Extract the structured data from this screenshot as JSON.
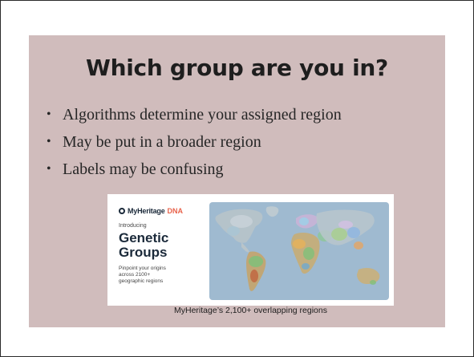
{
  "slide": {
    "title": "Which group are you in?",
    "bullets": [
      "Algorithms determine your assigned region",
      "May be put in a broader region",
      "Labels may be confusing"
    ],
    "bullet_marker": "•",
    "image": {
      "brand_name": "MyHeritage",
      "brand_dna": "DNA",
      "introducing": "Introducing",
      "heading_line1": "Genetic",
      "heading_line2": "Groups",
      "promo_text": "Pinpoint your origins across 2100+ geographic regions",
      "logo_icon": "myheritage-logo-icon"
    },
    "caption": "MyHeritage’s 2,100+ overlapping regions"
  },
  "colors": {
    "panel_background": "#d0bcbc",
    "title_text": "#1e1e1e",
    "brand_navy": "#1b2a3a",
    "brand_dna": "#e8624a",
    "map_ocean": "#9fbad0"
  }
}
